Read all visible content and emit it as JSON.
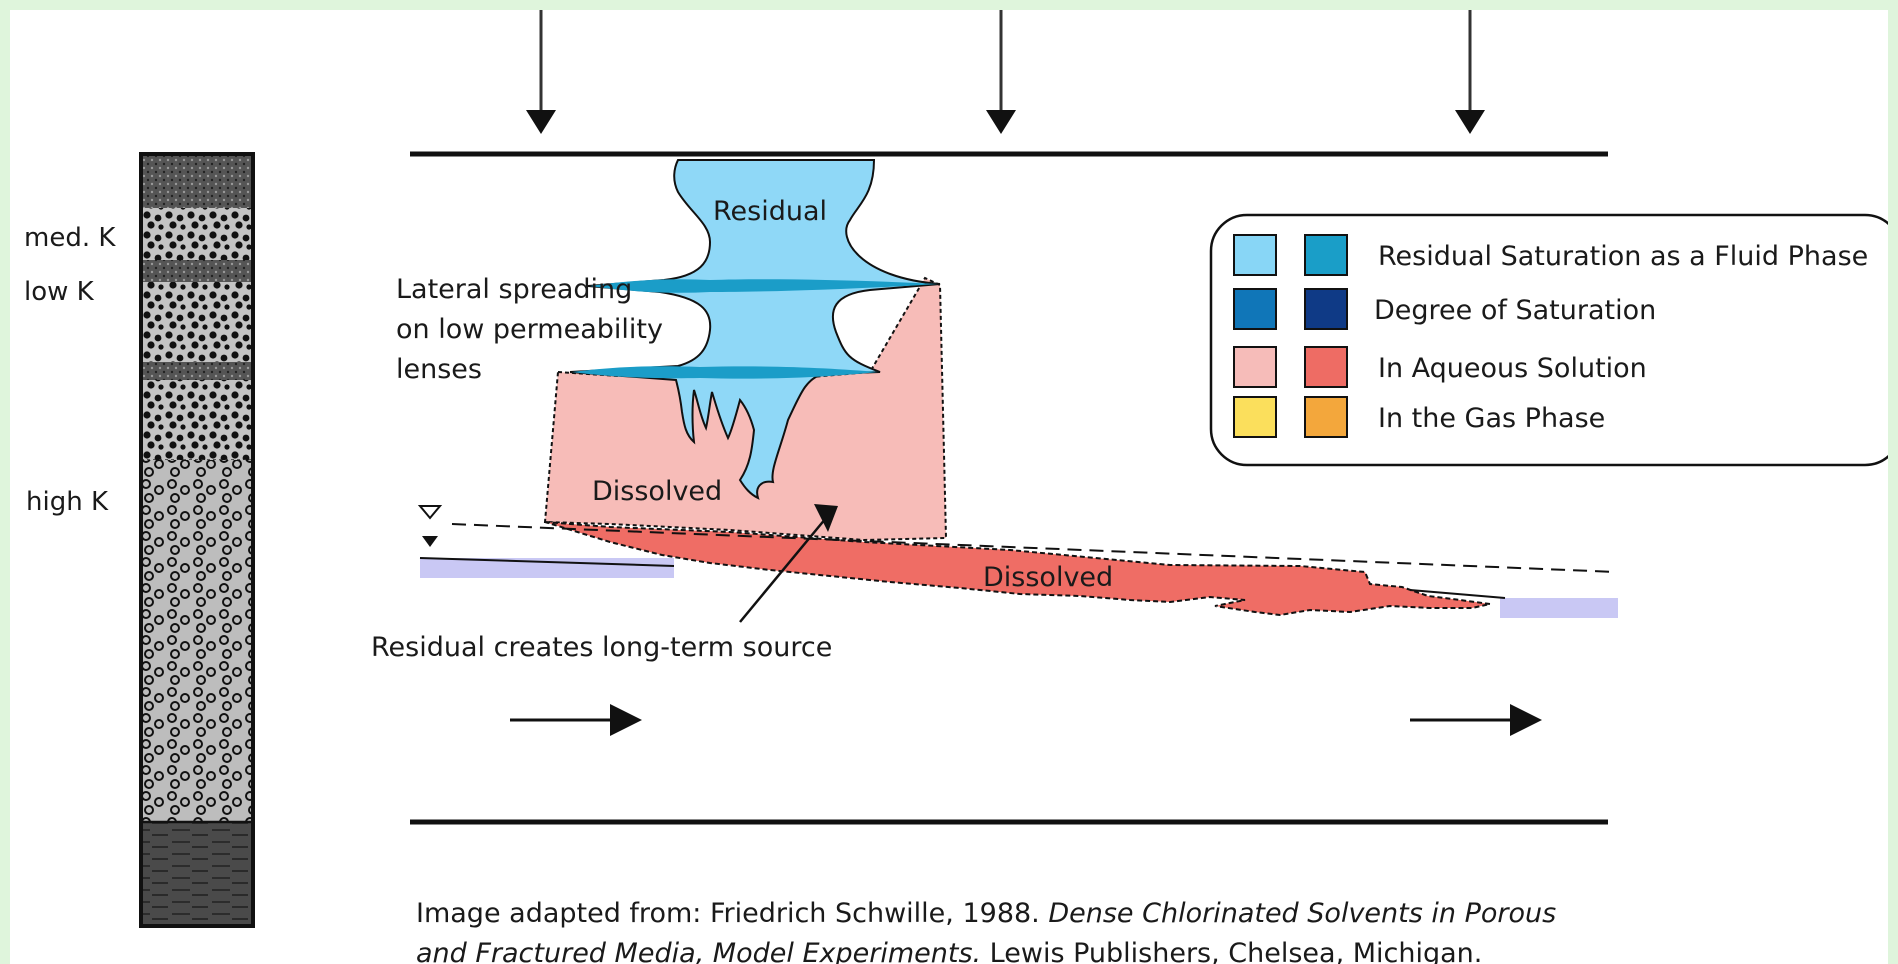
{
  "strata": {
    "labels": [
      "med. K",
      "low K",
      "high K"
    ]
  },
  "plume": {
    "residual_label": "Residual",
    "dissolved_upper_label": "Dissolved",
    "dissolved_lower_label": "Dissolved",
    "lateral_note": [
      "Lateral spreading",
      "on low permeability",
      "lenses"
    ],
    "source_note": "Residual creates long-term source"
  },
  "legend": {
    "items": [
      {
        "label": "Residual Saturation as a Fluid Phase",
        "colors": [
          "#88d6f6",
          "#1a9ec8"
        ]
      },
      {
        "label": "Degree of Saturation",
        "colors": [
          "#1076b8",
          "#0f3a86"
        ]
      },
      {
        "label": "In Aqueous Solution",
        "colors": [
          "#f6bcb9",
          "#ee6c64"
        ]
      },
      {
        "label": "In the Gas Phase",
        "colors": [
          "#fbdf5c",
          "#f3a73c"
        ]
      }
    ]
  },
  "caption": {
    "line1_plain": "Image adapted from:  Friedrich Schwille, 1988.  ",
    "line1_italic": "Dense Chlorinated Solvents in Porous",
    "line2_italic": "and Fractured Media, Model Experiments.",
    "line2_plain": "  Lewis Publishers, Chelsea, Michigan."
  },
  "colors": {
    "residual_light": "#8fd8f7",
    "residual_dark": "#1b9dc8",
    "dissolved_light": "#f7bcb8",
    "dissolved_dark": "#ef6d65",
    "water_table": "#c9c8f4",
    "border": "#dff5dc"
  }
}
